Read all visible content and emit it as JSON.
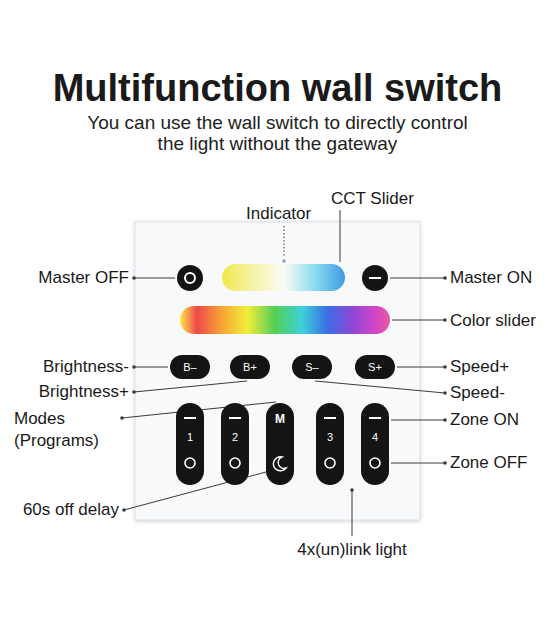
{
  "diagram": {
    "title": "Multifunction wall switch",
    "caption": "You can use the wall switch to directly control the light without the gateway",
    "nodes": [
      {
        "text": [
          "B–"
        ]
      },
      {
        "text": [
          "B+"
        ]
      },
      {
        "text": [
          "S–"
        ]
      },
      {
        "text": [
          "S+"
        ]
      },
      {
        "text": [
          "1"
        ]
      },
      {
        "text": [
          "2"
        ]
      },
      {
        "text": [
          "M"
        ]
      },
      {
        "text": [
          "3"
        ]
      },
      {
        "text": [
          "4"
        ]
      }
    ],
    "labels": [
      "CCT Slider",
      "Indicator",
      "Master OFF",
      "Master ON",
      "Color slider",
      "Brightness-",
      "Speed+",
      "Brightness+",
      "Speed-",
      "Modes (Programs)",
      "Zone ON",
      "Zone OFF",
      "60s off delay",
      "4x(un)link light"
    ]
  }
}
